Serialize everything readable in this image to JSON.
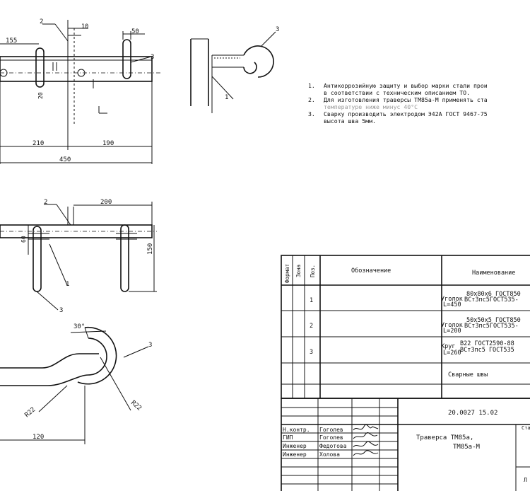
{
  "drawing": {
    "dimensions": {
      "top_view": [
        "155",
        "10",
        "50",
        "210",
        "190",
        "450",
        "20"
      ],
      "front_view": [
        "200",
        "60",
        "150"
      ],
      "bracket": [
        "30°",
        "R22",
        "R22",
        "120"
      ]
    },
    "callouts": {
      "top_view": [
        "2",
        "3"
      ],
      "side_view": [
        "3",
        "1"
      ],
      "front_view": [
        "2",
        "1",
        "3"
      ],
      "bracket": [
        "3"
      ]
    }
  },
  "notes": [
    {
      "num": "1.",
      "lines": [
        "Антикоррозийную защиту и выбор марки стали прои",
        "в соответствии с техническим описанием ТО."
      ]
    },
    {
      "num": "2.",
      "lines": [
        "Для изготовления траверсы ТМ85а-М применять ста",
        "температуре ниже минус 40°С"
      ]
    },
    {
      "num": "3.",
      "lines": [
        "Сварку производить электродом Э42А ГОСТ 9467-75",
        "высота шва 5мм."
      ]
    }
  ],
  "spec_table": {
    "headers": {
      "format": "Формат",
      "zone": "Зона",
      "pos": "Поз.",
      "designation": "Обозначение",
      "name": "Наименование"
    },
    "rows": [
      {
        "pos": "1",
        "name_left": [
          "Уголок",
          "L=450"
        ],
        "name_right": [
          "80х80х6 ГОСТ850",
          "ВСт3пс5ГОСТ535-"
        ]
      },
      {
        "pos": "2",
        "name_left": [
          "Уголок",
          "L=200"
        ],
        "name_right": [
          "50х50х5 ГОСТ850",
          "ВСт3пс5ГОСТ535-"
        ]
      },
      {
        "pos": "3",
        "name_left": [
          "Круг",
          "L=260"
        ],
        "name_right": [
          "В22 ГОСТ2590-88",
          "ВСт3пс5 ГОСТ535"
        ]
      },
      {
        "pos": "",
        "name_left": [],
        "name_right": [
          "Сварные швы"
        ]
      }
    ]
  },
  "title_block": {
    "doc_number": "20.0027 15.02",
    "title_line1": "Траверса ТМ85а,",
    "title_line2": "ТМ85а-М",
    "stage_label": "Ста",
    "sheet_mark": "Л",
    "signatures": [
      {
        "role": "Н.контр.",
        "name": "Гоголев"
      },
      {
        "role": "ГИП",
        "name": "Гоголев"
      },
      {
        "role": "Инженер",
        "name": "Федотова"
      },
      {
        "role": "Инженер",
        "name": "Холова"
      }
    ]
  }
}
